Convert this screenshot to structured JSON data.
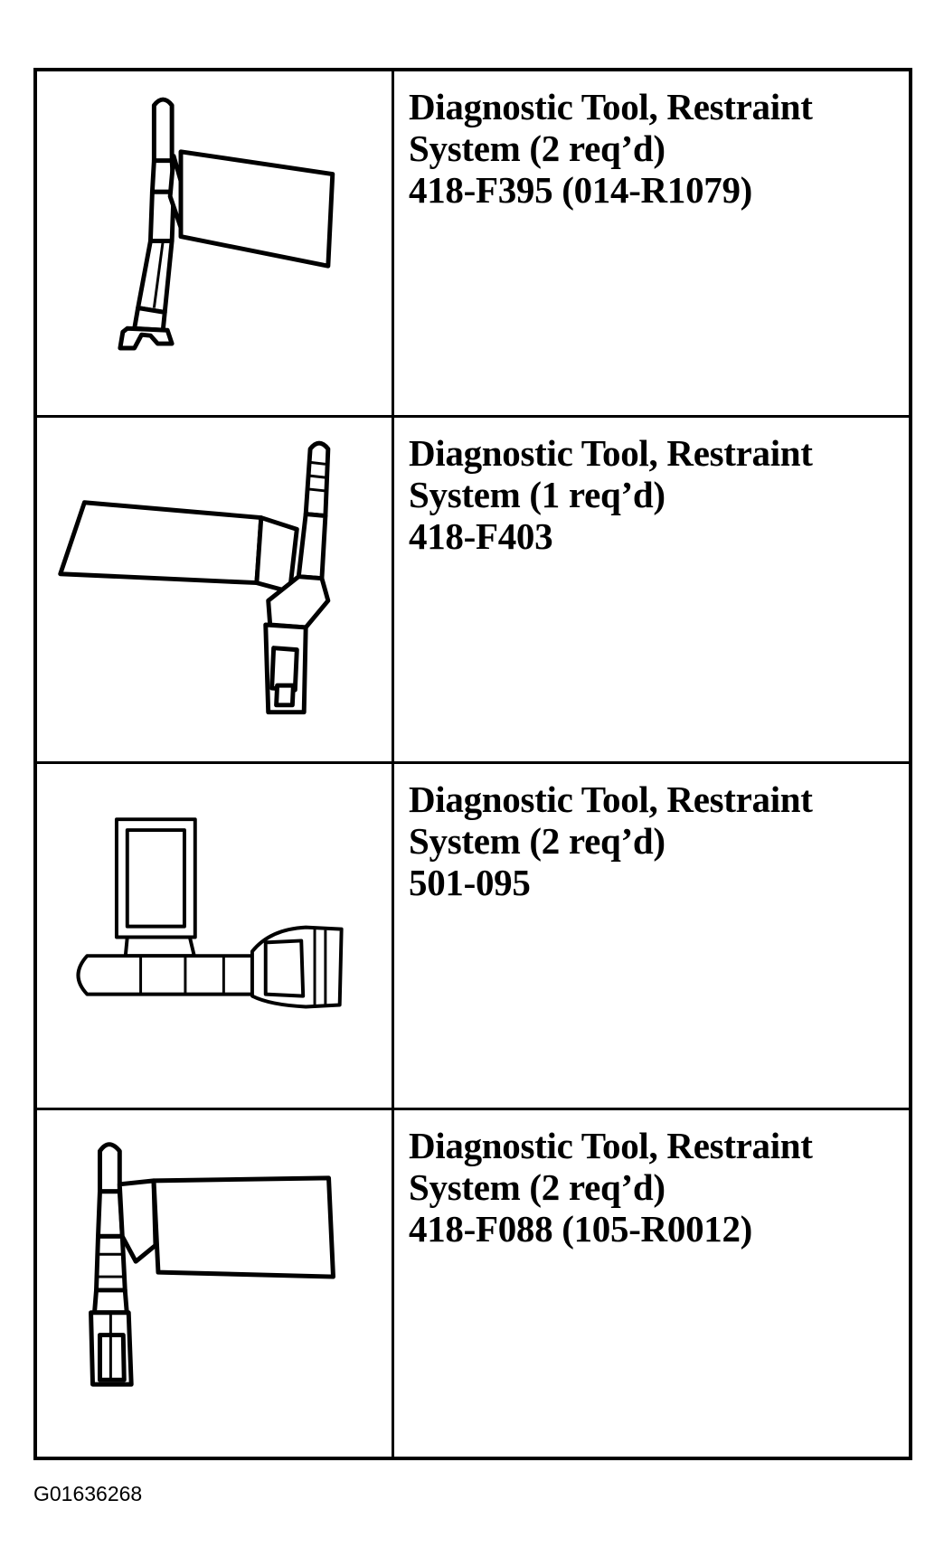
{
  "tools": [
    {
      "name": "Diagnostic Tool, Restraint",
      "qty": "System (2 req’d)",
      "part": "418-F395 (014-R1079)",
      "icon": "restraint-tool-fork-icon"
    },
    {
      "name": "Diagnostic Tool, Restraint",
      "qty": "System (1 req’d)",
      "part": "418-F403",
      "icon": "restraint-tool-connector-icon"
    },
    {
      "name": "Diagnostic Tool, Restraint",
      "qty": "System (2 req’d)",
      "part": "501-095",
      "icon": "restraint-tool-horizontal-connector-icon"
    },
    {
      "name": "Diagnostic Tool, Restraint",
      "qty": "System (2 req’d)",
      "part": "418-F088 (105-R0012)",
      "icon": "restraint-tool-plug-icon"
    }
  ],
  "figure_id": "G01636268"
}
